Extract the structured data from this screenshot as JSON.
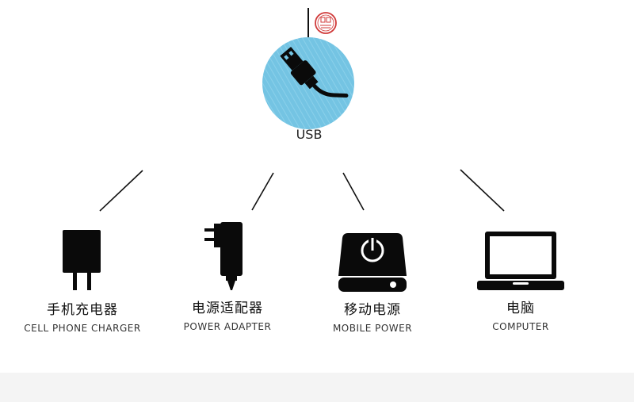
{
  "hub": {
    "label": "USB"
  },
  "devices": [
    {
      "cn": "手机充电器",
      "en": "CELL PHONE CHARGER",
      "icon": "wall-charger-icon"
    },
    {
      "cn": "电源适配器",
      "en": "POWER ADAPTER",
      "icon": "power-adapter-icon"
    },
    {
      "cn": "移动电源",
      "en": "MOBILE POWER",
      "icon": "power-bank-icon"
    },
    {
      "cn": "电脑",
      "en": "COMPUTER",
      "icon": "laptop-icon"
    }
  ],
  "colors": {
    "hub_circle": "#74c4e3",
    "icon": "#0a0a0a",
    "stamp": "#d03a3a"
  }
}
